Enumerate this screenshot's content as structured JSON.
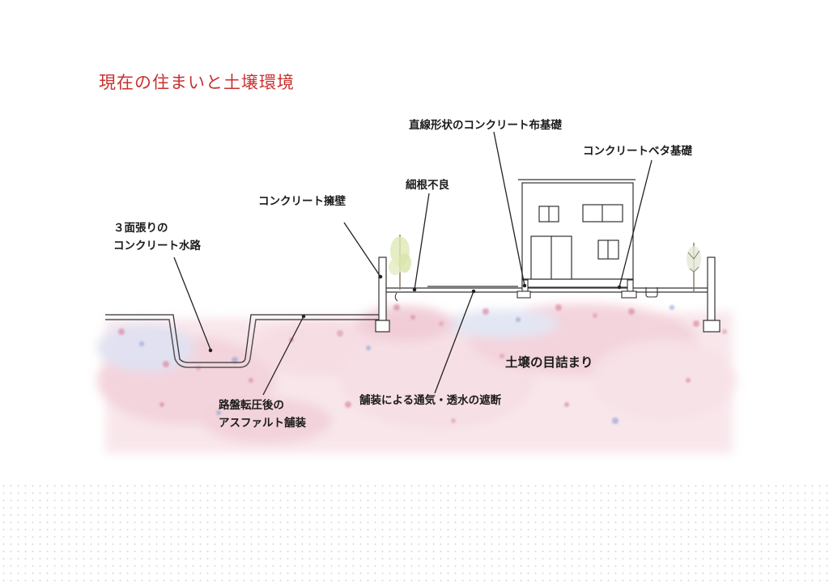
{
  "title": "現在の住まいと土壌環境",
  "labels": {
    "channel_line1": "３面張りの",
    "channel_line2": "コンクリート水路",
    "retaining_wall": "コンクリート擁壁",
    "poor_roots": "細根不良",
    "strip_foundation": "直線形状のコンクリート布基礎",
    "slab_foundation": "コンクリートベタ基礎",
    "soil_clogging": "土壌の目詰まり",
    "asphalt_line1": "路盤転圧後の",
    "asphalt_line2": "アスファルト舗装",
    "paving_block": "舗装による通気・透水の遮断"
  },
  "colors": {
    "title": "#c8312f",
    "soil_pink": "#e8a9b8",
    "soil_blue": "#a9b4d6",
    "lines": "#333333"
  }
}
